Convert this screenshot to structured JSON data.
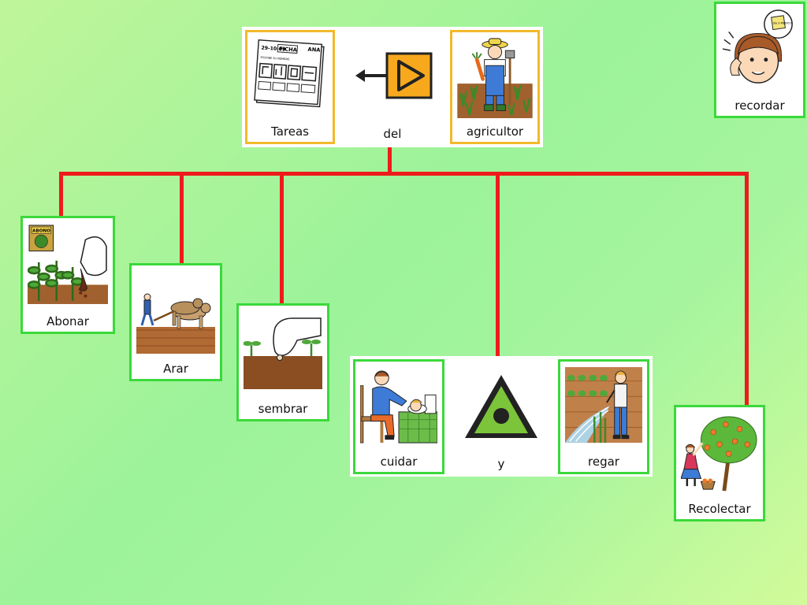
{
  "title": {
    "word1": "Tareas",
    "word2": "del",
    "word3": "agricultor",
    "ficha": {
      "date": "29-10-09",
      "heading": "FICHA",
      "name": "ANA",
      "line": "ESCRIBE SU NOMBRE:"
    }
  },
  "remember": {
    "label": "recordar",
    "note": "día 3 MÉDICO"
  },
  "tasks": [
    {
      "label": "Abonar",
      "sack": "ABONO"
    },
    {
      "label": "Arar"
    },
    {
      "label": "sembrar"
    },
    {
      "label": "cuidar"
    },
    {
      "label": "y"
    },
    {
      "label": "regar"
    },
    {
      "label": "Recolectar"
    }
  ],
  "colors": {
    "line": "#ee1b1b",
    "card_border": "#3ad93a",
    "title_border": "#f3b92c",
    "arrow_box": "#f7a81d"
  }
}
